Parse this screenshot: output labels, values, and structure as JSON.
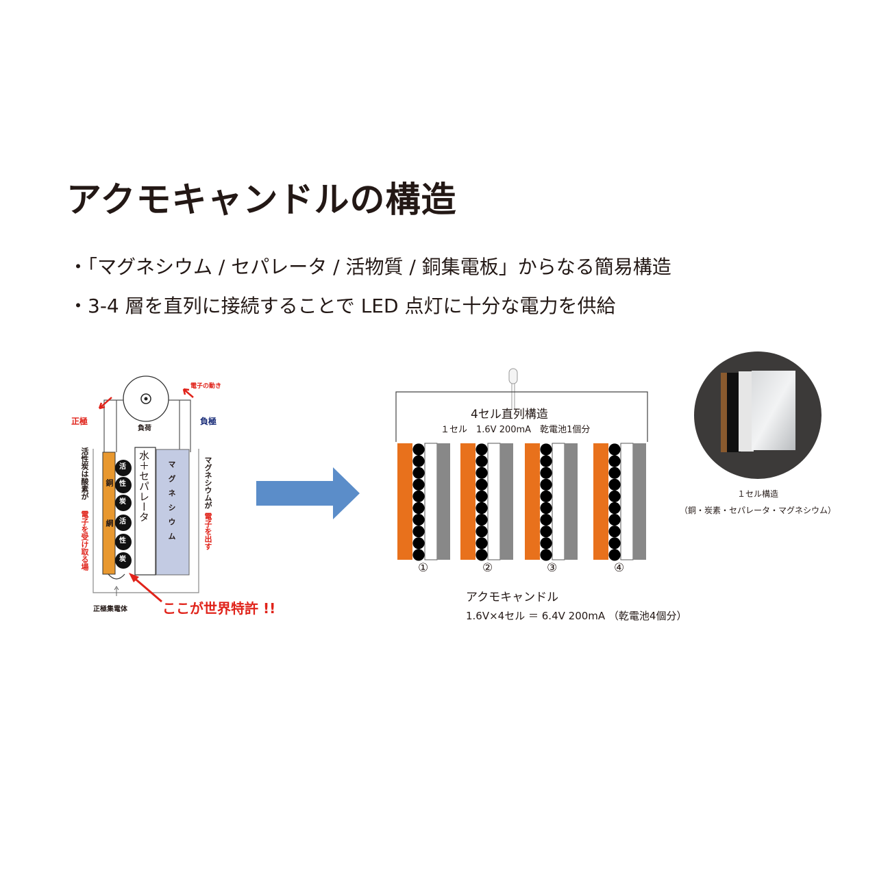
{
  "title": "アクモキャンドルの構造",
  "bullets": [
    "・「マグネシウム / セパレータ / 活物質 / 銅集電板」からなる簡易構造",
    "・3-4 層を直列に接続することで LED 点灯に十分な電力を供給"
  ],
  "left_diagram": {
    "electron_flow": "電子の動き",
    "positive": "正極",
    "negative": "負極",
    "load": "負荷",
    "carbon_note_black": "活性炭は酸素が",
    "carbon_note_red": "電子を受け取る場",
    "mg_note_black": "マグネシウムが",
    "mg_note_red": "電子を出す",
    "copper_mesh": "銅網",
    "activated_carbon_chars": [
      "活",
      "性",
      "炭",
      "活",
      "性",
      "炭"
    ],
    "separator": "水＋セパレータ",
    "magnesium": "マグネシウム",
    "collector": "正極集電体",
    "patent": "ここが世界特許 !!"
  },
  "right_diagram": {
    "heading": "4セル直列構造",
    "subheading": "１セル　1.6V 200mA　乾電池1個分",
    "cell_numbers": [
      "①",
      "②",
      "③",
      "④"
    ],
    "product": "アクモキャンドル",
    "formula": "1.6V×4セル ＝ 6.4V 200mA （乾電池4個分）"
  },
  "photo": {
    "caption1": "１セル構造",
    "caption2": "（銅・炭素・セパレータ・マグネシウム）"
  },
  "colors": {
    "copper": "#e8711c",
    "copper_left": "#e8982f",
    "magnesium_panel": "#c3cbe3",
    "arrow_blue": "#5b8dc9",
    "red": "#e0231a",
    "grey": "#888888"
  }
}
